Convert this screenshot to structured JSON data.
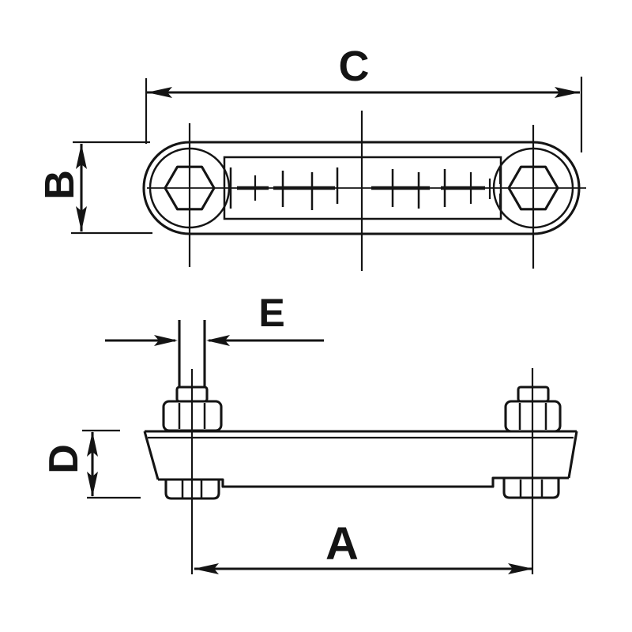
{
  "labels": {
    "A": "A",
    "B": "B",
    "C": "C",
    "D": "D",
    "E": "E"
  },
  "colors": {
    "line": "#141414",
    "background": "#ffffff"
  }
}
